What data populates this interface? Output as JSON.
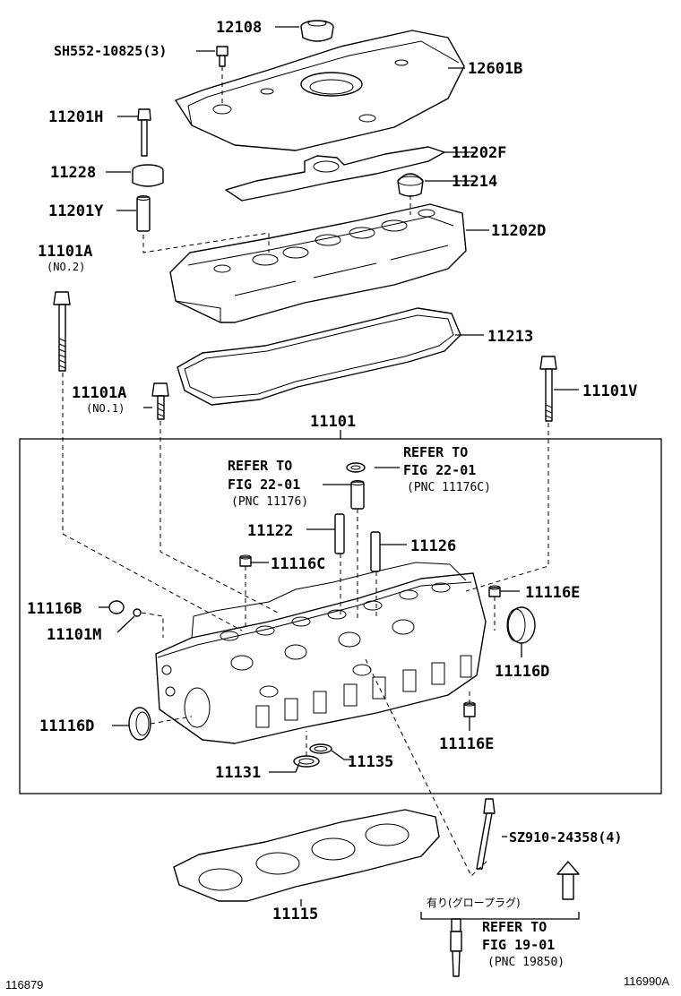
{
  "callouts": {
    "p12108": "12108",
    "sh552": "SH552-10825(3)",
    "p12601b": "12601B",
    "p11201h": "11201H",
    "p11202f": "11202F",
    "p11228": "11228",
    "p11214": "11214",
    "p11201y": "11201Y",
    "p11202d": "11202D",
    "p11101a_top": "11101A",
    "p11101a_top_sub": "(NO.2)",
    "p11213": "11213",
    "p11101a_mid": "11101A",
    "p11101a_mid_sub": "(NO.1)",
    "p11101v": "11101V",
    "p11101": "11101",
    "p11122": "11122",
    "p11126": "11126",
    "p11116c": "11116C",
    "p11116e_top": "11116E",
    "p11116b": "11116B",
    "p11101m": "11101M",
    "p11116d_right": "11116D",
    "p11116d_left": "11116D",
    "p11116e_bottom": "11116E",
    "p11131": "11131",
    "p11135": "11135",
    "sz910": "SZ910-24358(4)",
    "p11115": "11115"
  },
  "refs": {
    "ref_left": {
      "line1": "REFER TO",
      "line2": "FIG 22-01",
      "line3": "(PNC 11176)"
    },
    "ref_right": {
      "line1": "REFER TO",
      "line2": "FIG 22-01",
      "line3": "(PNC 11176C)"
    },
    "ref_bottom": {
      "line1": "REFER TO",
      "line2": "FIG 19-01",
      "line3": "(PNC 19850)"
    }
  },
  "glow_plug_note": "有り(グロープラグ)",
  "footer": {
    "left_id": "116879",
    "right_id": "116990A"
  }
}
